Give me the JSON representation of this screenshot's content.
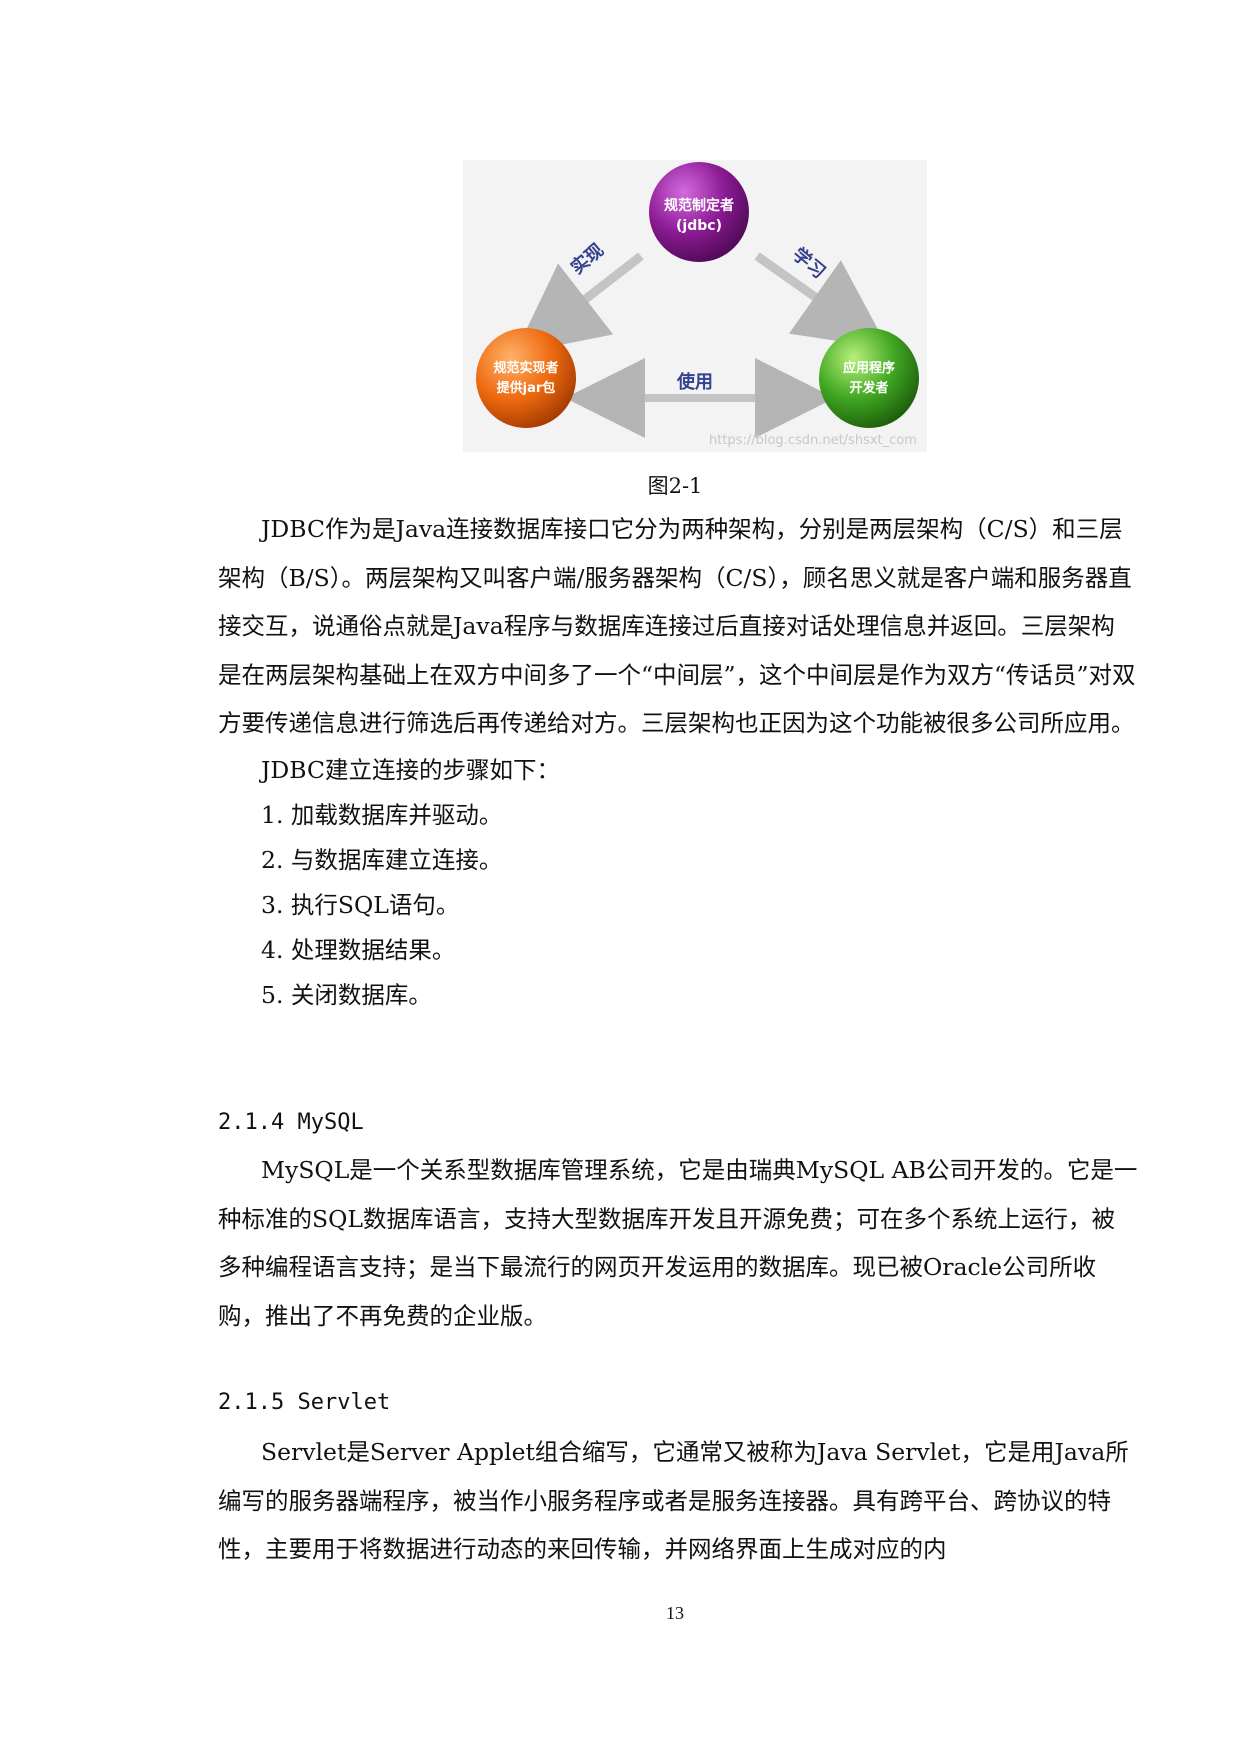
{
  "figure": {
    "top_node": {
      "line1": "规范制定者",
      "line2": "(jdbc)"
    },
    "left_node": {
      "line1": "规范实现者",
      "line2": "提供jar包"
    },
    "right_node": {
      "line1": "应用程序",
      "line2": "开发者"
    },
    "arrow_left_label": "实现",
    "arrow_right_label": "学习",
    "arrow_bottom_label": "使用",
    "watermark": "https://blog.csdn.net/shsxt_com",
    "colors": {
      "top": "#8b1a93",
      "left": "#ee6a10",
      "right": "#3fa621",
      "arrow": "#bfbfbf"
    }
  },
  "caption": "图2-1",
  "jdbc": {
    "para1": "JDBC作为是Java连接数据库接口它分为两种架构，分别是两层架构（C/S）和三层架构（B/S）。两层架构又叫客户端/服务器架构（C/S），顾名思义就是客户端和服务器直接交互，说通俗点就是Java程序与数据库连接过后直接对话处理信息并返回。三层架构是在两层架构基础上在双方中间多了一个“中间层”，这个中间层是作为双方“传话员”对双方要传递信息进行筛选后再传递给对方。三层架构也正因为这个功能被很多公司所应用。",
    "steps_intro": "JDBC建立连接的步骤如下：",
    "steps": [
      "1. 加载数据库并驱动。",
      "2. 与数据库建立连接。",
      "3. 执行SQL语句。",
      "4. 处理数据结果。",
      "5. 关闭数据库。"
    ]
  },
  "mysql": {
    "heading": "2.1.4 MySQL",
    "para": "MySQL是一个关系型数据库管理系统，它是由瑞典MySQL AB公司开发的。它是一种标准的SQL数据库语言，支持大型数据库开发且开源免费；可在多个系统上运行，被多种编程语言支持；是当下最流行的网页开发运用的数据库。现已被Oracle公司所收购，推出了不再免费的企业版。"
  },
  "servlet": {
    "heading": "2.1.5 Servlet",
    "para": "Servlet是Server Applet组合缩写，它通常又被称为Java Servlet，它是用Java所编写的服务器端程序，被当作小服务程序或者是服务连接器。具有跨平台、跨协议的特性，主要用于将数据进行动态的来回传输，并网络界面上生成对应的内"
  },
  "page_number": "13"
}
